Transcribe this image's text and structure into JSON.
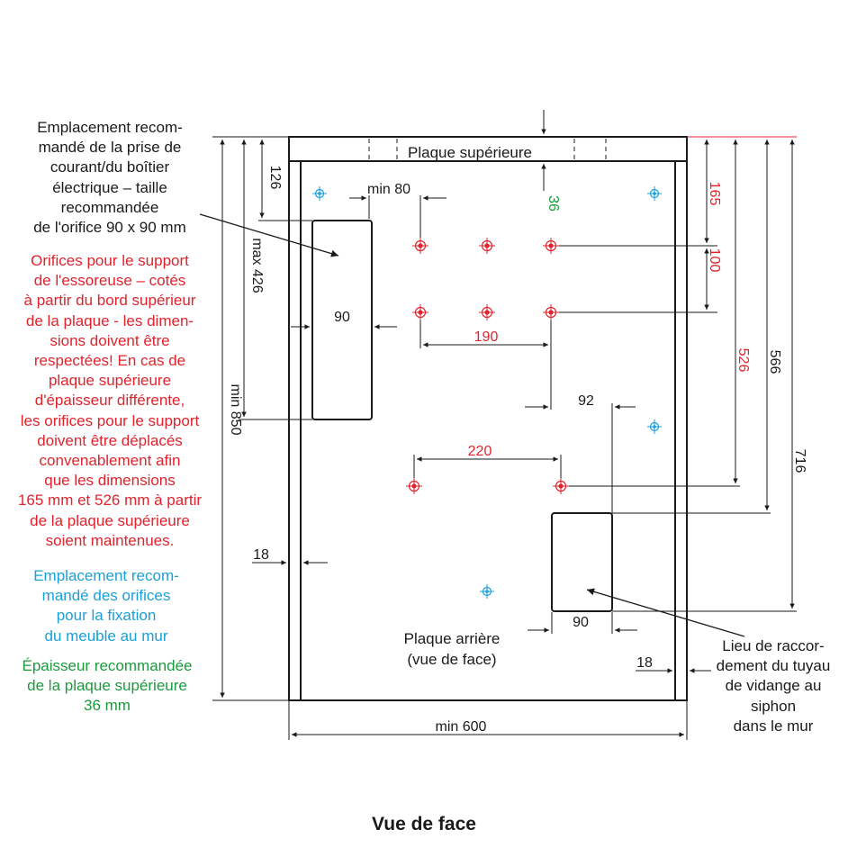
{
  "title": "Vue de face",
  "labels": {
    "top_panel": "Plaque supérieure",
    "back_panel_line1": "Plaque arrière",
    "back_panel_line2": "(vue de face)"
  },
  "notes": {
    "socket": [
      "Emplacement recom-",
      "mandé de la prise de",
      "courant/du boîtier",
      "électrique – taille",
      "recommandée",
      "de l'orifice 90 x 90 mm"
    ],
    "spinner_holes": [
      "Orifices pour le support",
      "de l'essoreuse – cotés",
      "à partir du bord supérieur",
      "de la plaque - les dimen-",
      "sions doivent être",
      "respectées! En cas de",
      "plaque supérieure",
      "d'épaisseur différente,",
      "les orifices pour le support",
      "doivent être déplacés",
      "convenablement afin",
      "que les dimensions",
      "165 mm et 526 mm à partir",
      "de la plaque supérieure",
      "soient maintenues."
    ],
    "wall_fixing": [
      "Emplacement recom-",
      "mandé des orifices",
      "pour la fixation",
      "du meuble au mur"
    ],
    "top_thickness": [
      "Épaisseur recommandée",
      "de la plaque supérieure",
      "36 mm"
    ],
    "drain": [
      "Lieu de raccor-",
      "dement du tuyau",
      "de vidange au",
      "siphon",
      "dans le mur"
    ]
  },
  "dimensions": {
    "d126": "126",
    "max426": "max 426",
    "min850": "min 850",
    "min80": "min 80",
    "w90_socket": "90",
    "d36": "36",
    "d165": "165",
    "d100": "100",
    "d526": "526",
    "d566": "566",
    "d716": "716",
    "d190": "190",
    "d92": "92",
    "d220": "220",
    "d18_left": "18",
    "d18_right": "18",
    "w90_drain": "90",
    "min600": "min 600"
  },
  "colors": {
    "line": "#1a1a1a",
    "red": "#e0232c",
    "blue": "#1a9fd8",
    "green": "#1b9a3c"
  }
}
